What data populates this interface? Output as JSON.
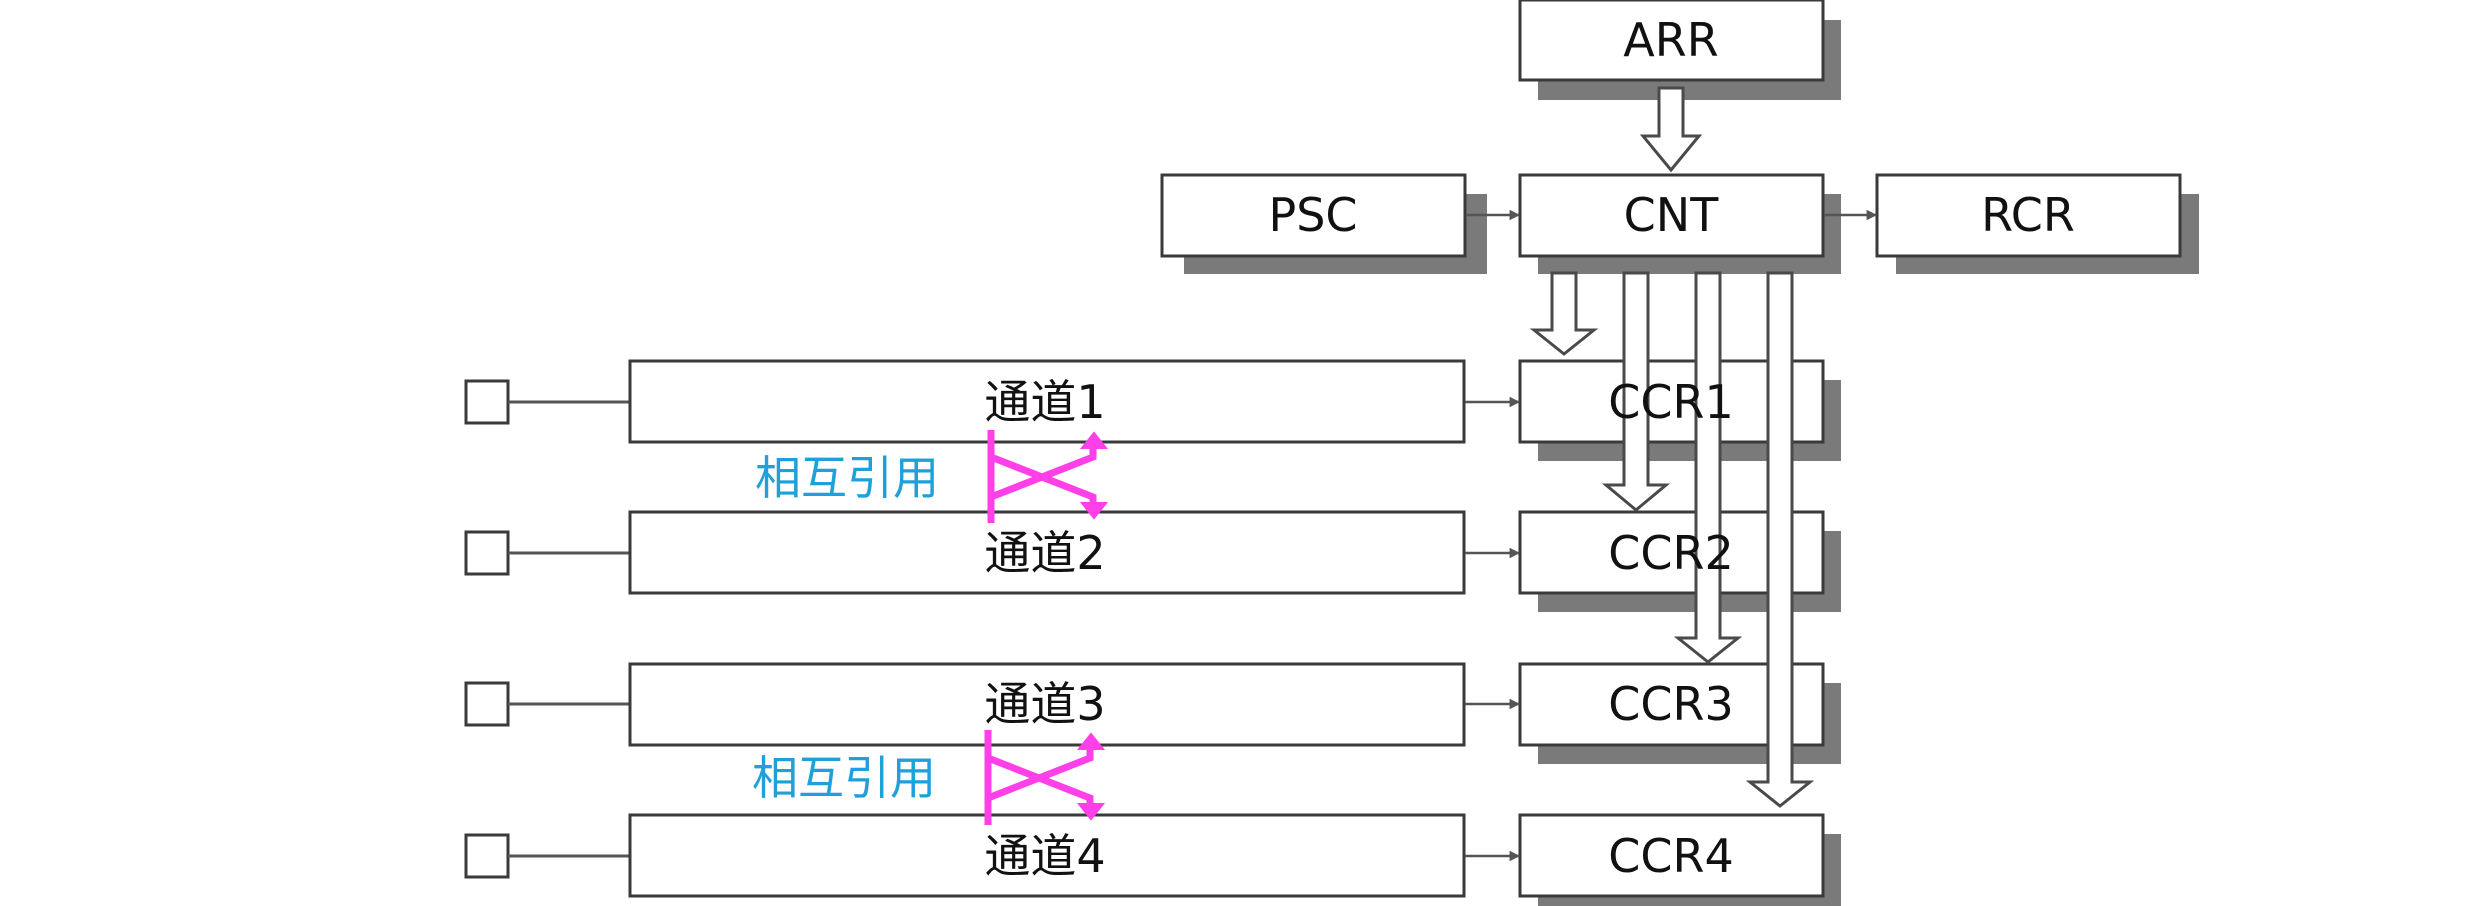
{
  "registers": {
    "arr": "ARR",
    "psc": "PSC",
    "cnt": "CNT",
    "rcr": "RCR",
    "ccr": [
      "CCR1",
      "CCR2",
      "CCR3",
      "CCR4"
    ]
  },
  "channels": [
    "通道1",
    "通道2",
    "通道3",
    "通道4"
  ],
  "cross_reference_label": "相互引用",
  "colors": {
    "box_border": "#3a3a3a",
    "shadow": "#7a7a7a",
    "annotation_text": "#1fa0d8",
    "cross_arrows": "#ff3fe8",
    "arrow": "#555555"
  }
}
